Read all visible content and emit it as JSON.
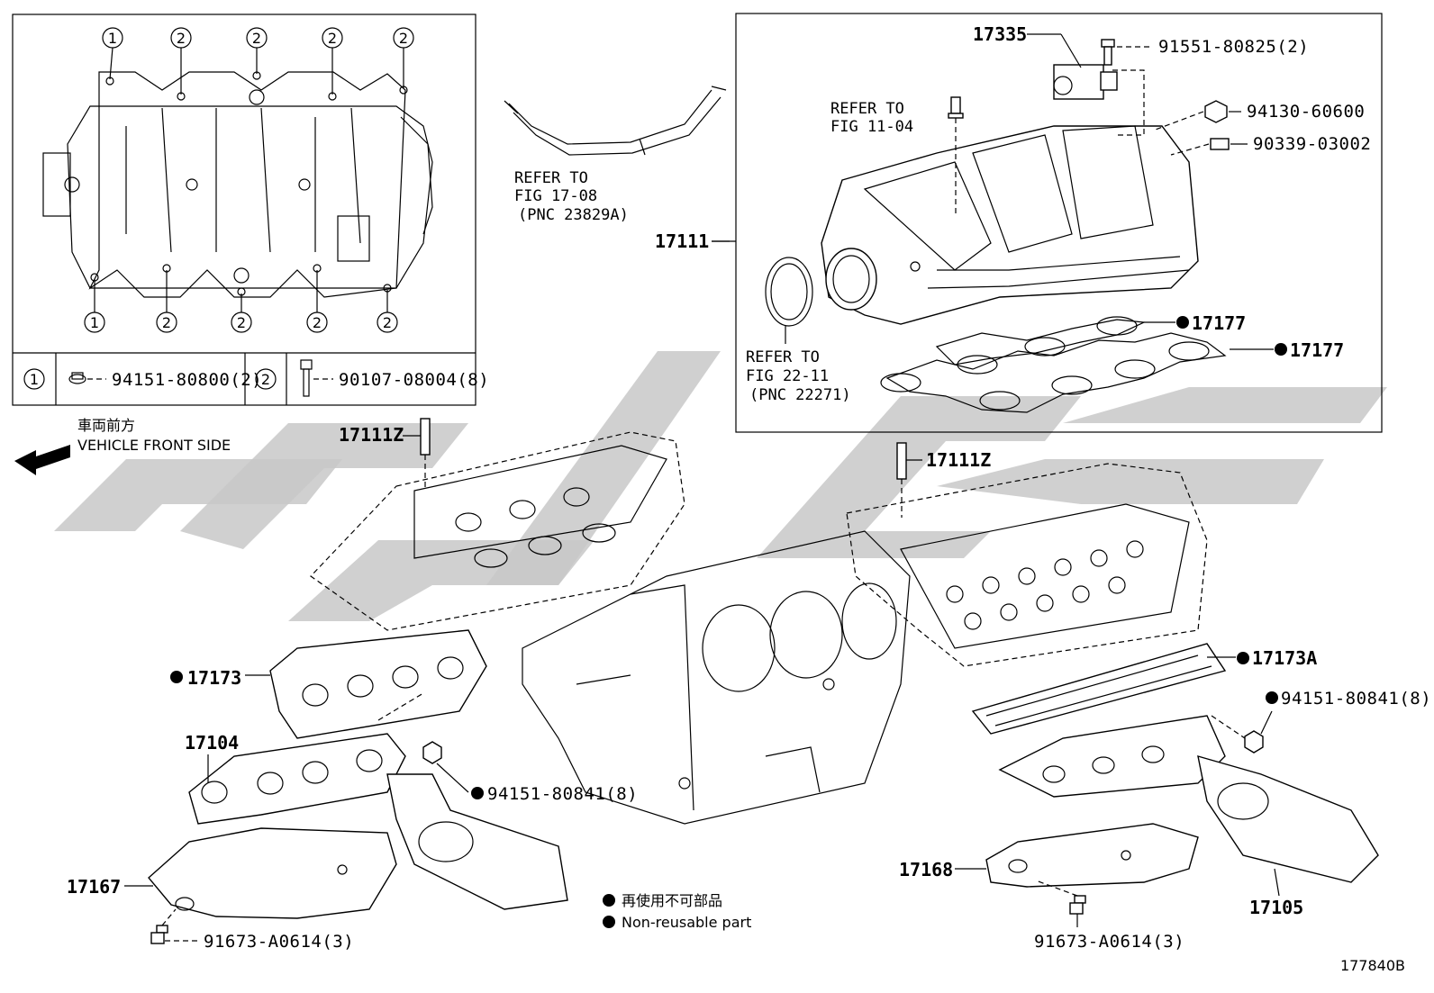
{
  "diagram_id": "177840B",
  "inset": {
    "circle_labels_top": [
      "1",
      "2",
      "2",
      "2",
      "2"
    ],
    "circle_labels_bottom": [
      "1",
      "2",
      "2",
      "2",
      "2"
    ],
    "legend": [
      {
        "marker": "1",
        "part": "94151-80800(2)"
      },
      {
        "marker": "2",
        "part": "90107-08004(8)"
      }
    ]
  },
  "refs": {
    "fig_17_08": {
      "line1": "REFER TO",
      "line2": "FIG 17-08",
      "line3": "(PNC 23829A)"
    },
    "fig_11_04": {
      "line1": "REFER TO",
      "line2": "FIG 11-04"
    },
    "fig_22_11": {
      "line1": "REFER TO",
      "line2": "FIG 22-11",
      "line3": "(PNC 22271)"
    }
  },
  "orientation": {
    "jp": "車両前方",
    "en": "VEHICLE FRONT SIDE"
  },
  "parts": {
    "p17335": "17335",
    "p91551": "91551-80825(2)",
    "p94130": "94130-60600",
    "p90339": "90339-03002",
    "p17111": "17111",
    "p17177a": "17177",
    "p17177b": "17177",
    "p17111z_left": "17111Z",
    "p17111z_right": "17111Z",
    "p17173": "17173",
    "p17173a": "17173A",
    "p17104": "17104",
    "p94151_left": "94151-80841(8)",
    "p94151_right": "94151-80841(8)",
    "p17167": "17167",
    "p17168": "17168",
    "p17105": "17105",
    "p91673_left": "91673-A0614(3)",
    "p91673_right": "91673-A0614(3)"
  },
  "legend": {
    "jp": "再使用不可部品",
    "en": "Non-reusable part"
  }
}
